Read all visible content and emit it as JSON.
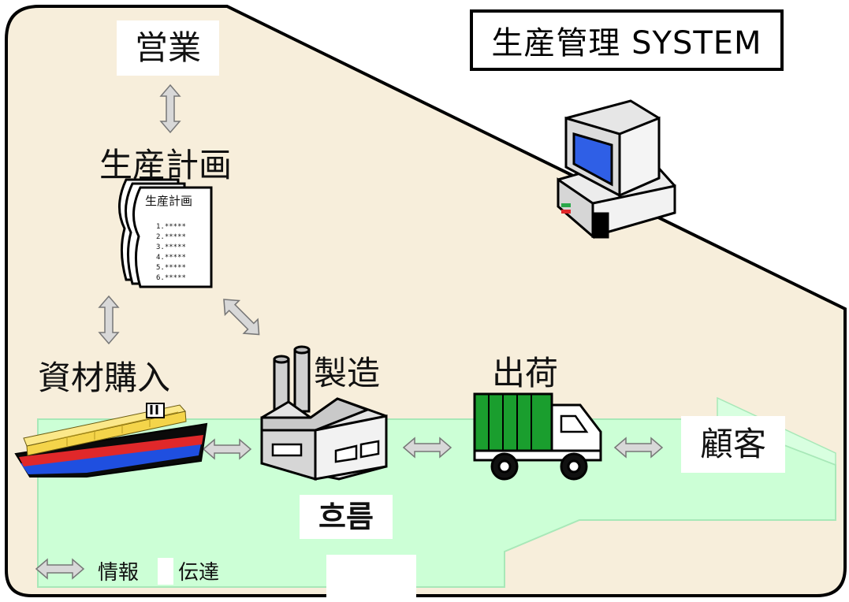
{
  "title": "生産管理 SYSTEM",
  "nodes": {
    "sales": "営業",
    "planning": "生産計画",
    "purchasing": "資材購入",
    "manufacturing": "製造",
    "shipping": "出荷",
    "customer": "顧客"
  },
  "document": {
    "heading": "生産計画",
    "items": [
      "1.*****",
      "2.*****",
      "3.*****",
      "4.*****",
      "5.*****",
      "6.*****"
    ]
  },
  "flow_label": "흐름",
  "legend": {
    "label_a": "情報",
    "label_b": "伝達"
  },
  "colors": {
    "background": "#f7eedb",
    "flow": "#ccffd6",
    "flow_edge": "#a8e8b8",
    "arrow_fill": "#d8d8d8",
    "monitor_screen": "#2f5fe6",
    "truck_cargo": "#1a9e2e",
    "ship_hull": "#0a0a0a",
    "ship_stripe_red": "#e0282a",
    "ship_stripe_blue": "#1f4fe0",
    "ship_cargo": "#f4d44a"
  },
  "icons": [
    "computer-icon",
    "document-stack-icon",
    "ship-icon",
    "factory-icon",
    "truck-icon",
    "double-arrow-icon"
  ]
}
